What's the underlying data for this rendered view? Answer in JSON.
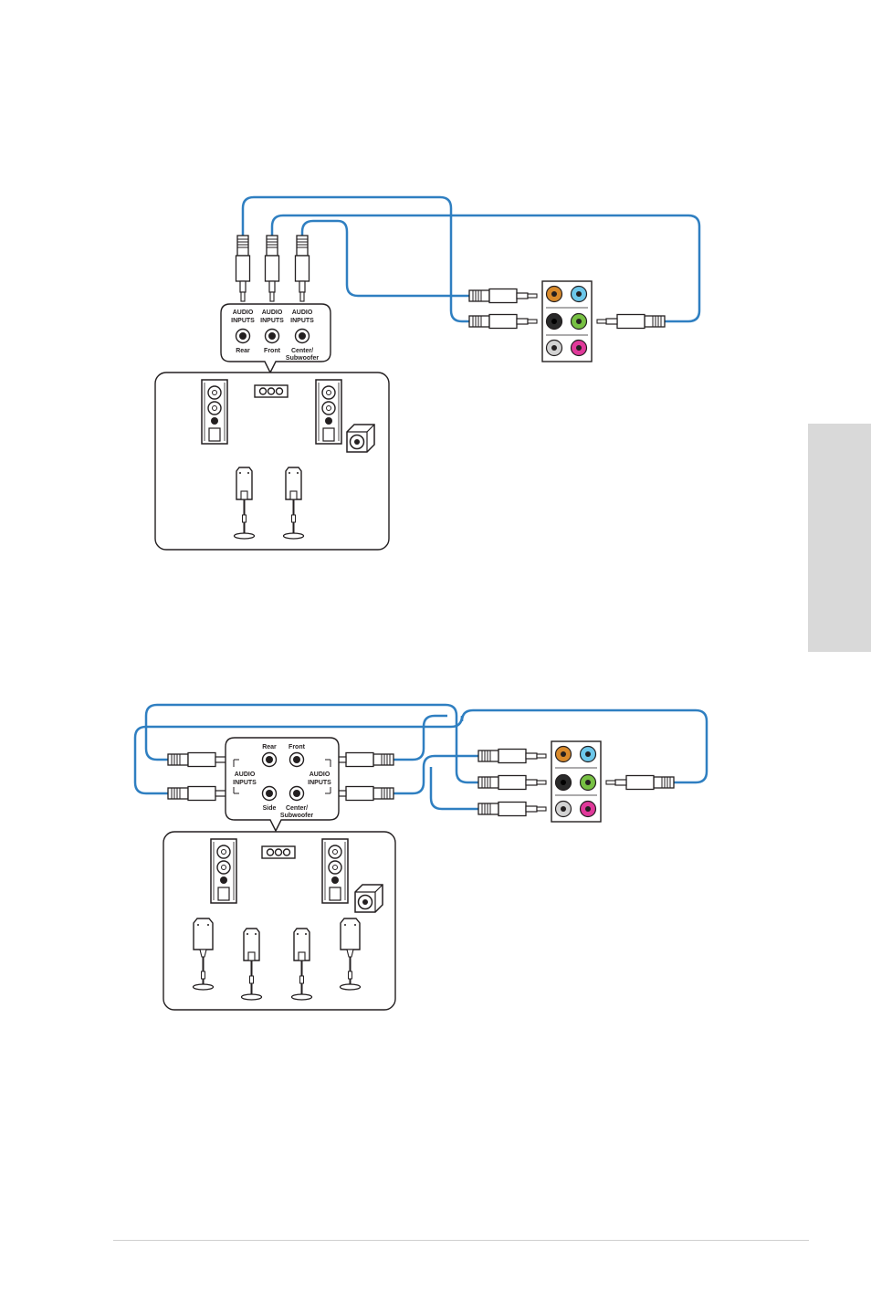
{
  "colors": {
    "cable": "#2f7fc1",
    "outline": "#231f20",
    "tab_gray": "#d9d9d9",
    "rule_gray": "#cfcfcf",
    "jacks": {
      "orange": "#d98a2b",
      "light_blue": "#6cc7ea",
      "black": "#2a2a2a",
      "green": "#77c043",
      "gray": "#d3d3d3",
      "pink": "#e0399a"
    }
  },
  "diagram_1": {
    "inputs": {
      "audio_inputs": "AUDIO",
      "audio_inputs_2": "INPUTS",
      "rear": "Rear",
      "front": "Front",
      "center": "Center/",
      "subwoofer": "Subwoofer"
    }
  },
  "diagram_2": {
    "inputs": {
      "audio_inputs": "AUDIO",
      "audio_inputs_2": "INPUTS",
      "rear": "Rear",
      "front": "Front",
      "side": "Side",
      "center": "Center/",
      "subwoofer": "Subwoofer"
    }
  }
}
